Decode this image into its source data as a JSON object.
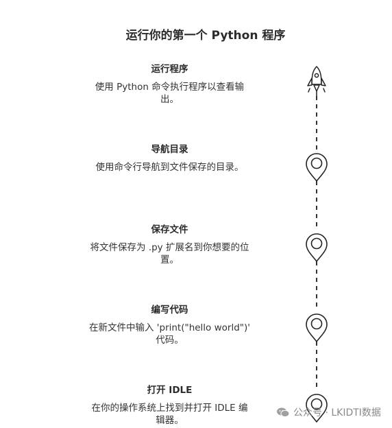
{
  "title": "运行你的第一个 Python 程序",
  "steps": [
    {
      "title": "运行程序",
      "desc_line1": "使用 Python 命令执行程序以查看输",
      "desc_line2": "出。",
      "icon": "rocket-icon"
    },
    {
      "title": "导航目录",
      "desc_line1": "使用命令行导航到文件保存的目录。",
      "desc_line2": "",
      "icon": "location-pin-icon"
    },
    {
      "title": "保存文件",
      "desc_line1": "将文件保存为 .py 扩展名到你想要的位",
      "desc_line2": "置。",
      "icon": "location-pin-icon"
    },
    {
      "title": "编写代码",
      "desc_line1": "在新文件中输入 'print(\"hello world\")'",
      "desc_line2": "代码。",
      "icon": "location-pin-icon"
    },
    {
      "title": "打开 IDLE",
      "desc_line1": "在你的操作系统上找到并打开 IDLE 编",
      "desc_line2": "辑器。",
      "icon": "location-pin-icon"
    }
  ],
  "watermark": {
    "icon": "wechat-icon",
    "text": "公众号 · LKIDTI数据"
  }
}
